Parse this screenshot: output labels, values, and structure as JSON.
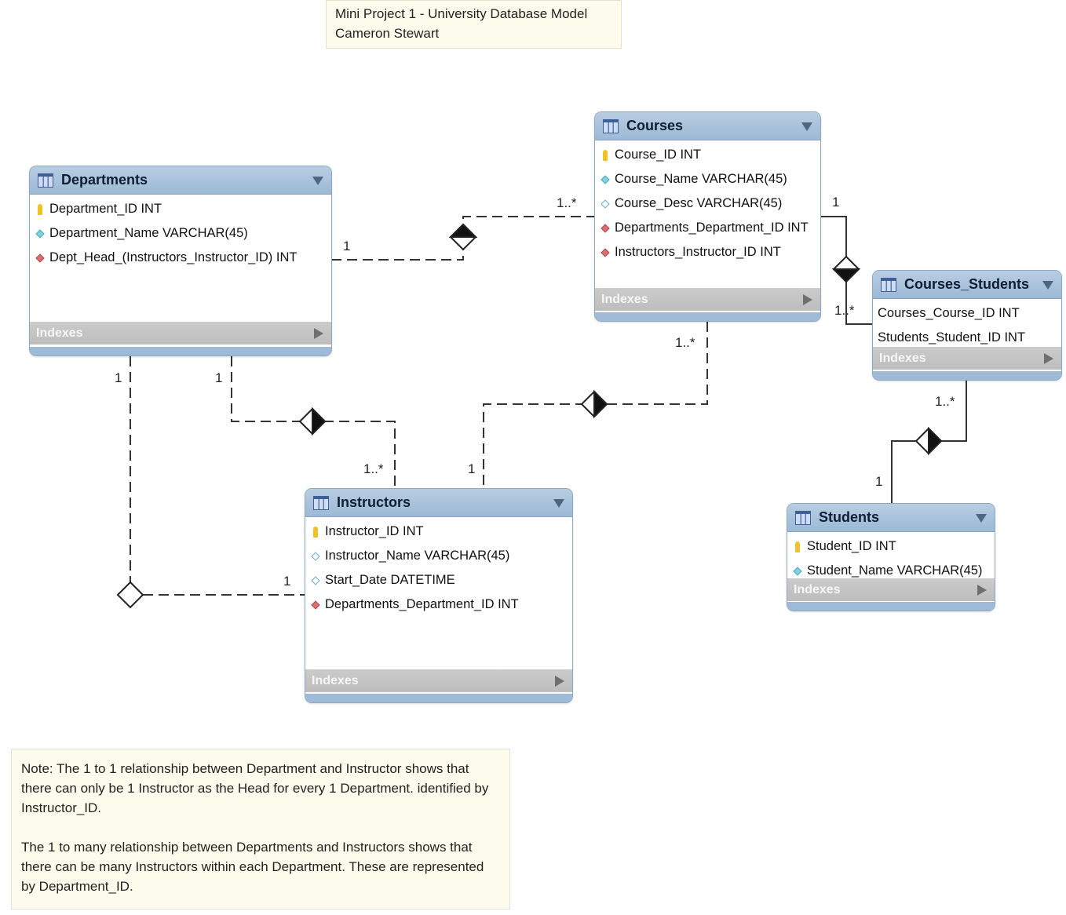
{
  "title_note": {
    "line1": "Mini Project 1 - University Database Model",
    "line2": "Cameron Stewart"
  },
  "tables": {
    "departments": {
      "name": "Departments",
      "columns": [
        {
          "icon": "primary-key",
          "text": "Department_ID INT"
        },
        {
          "icon": "column",
          "text": "Department_Name VARCHAR(45)"
        },
        {
          "icon": "foreign-key",
          "text": "Dept_Head_(Instructors_Instructor_ID) INT"
        }
      ],
      "indexes_label": "Indexes"
    },
    "courses": {
      "name": "Courses",
      "columns": [
        {
          "icon": "primary-key",
          "text": "Course_ID INT"
        },
        {
          "icon": "column",
          "text": "Course_Name VARCHAR(45)"
        },
        {
          "icon": "nullable-column",
          "text": "Course_Desc VARCHAR(45)"
        },
        {
          "icon": "foreign-key",
          "text": "Departments_Department_ID INT"
        },
        {
          "icon": "foreign-key",
          "text": "Instructors_Instructor_ID INT"
        }
      ],
      "indexes_label": "Indexes"
    },
    "courses_students": {
      "name": "Courses_Students",
      "columns": [
        {
          "text": "Courses_Course_ID INT"
        },
        {
          "text": "Students_Student_ID INT"
        }
      ],
      "indexes_label": "Indexes"
    },
    "instructors": {
      "name": "Instructors",
      "columns": [
        {
          "icon": "primary-key",
          "text": "Instructor_ID INT"
        },
        {
          "icon": "nullable-column",
          "text": "Instructor_Name VARCHAR(45)"
        },
        {
          "icon": "nullable-column",
          "text": "Start_Date DATETIME"
        },
        {
          "icon": "foreign-key",
          "text": "Departments_Department_ID INT"
        }
      ],
      "indexes_label": "Indexes"
    },
    "students": {
      "name": "Students",
      "columns": [
        {
          "icon": "primary-key",
          "text": "Student_ID INT"
        },
        {
          "icon": "column",
          "text": "Student_Name VARCHAR(45)"
        }
      ],
      "indexes_label": "Indexes"
    }
  },
  "relationships": {
    "dept_courses": {
      "one": "1",
      "many": "1..*"
    },
    "courses_cs": {
      "one": "1",
      "many": "1..*"
    },
    "dept_instructors": {
      "one": "1",
      "many": "1..*"
    },
    "courses_instructors": {
      "one": "1",
      "many": "1..*"
    },
    "students_cs": {
      "one": "1",
      "many": "1..*"
    },
    "dept_head": {
      "one_dept": "1",
      "one_instr": "1"
    }
  },
  "bottom_note": {
    "para1": "Note: The 1 to 1 relationship between Department and Instructor shows that there can only be 1 Instructor as the Head for every 1 Department. identified by Instructor_ID.",
    "para2": "The 1 to many relationship between Departments and Instructors shows that there can be many Instructors within each Department. These are represented by Department_ID."
  }
}
